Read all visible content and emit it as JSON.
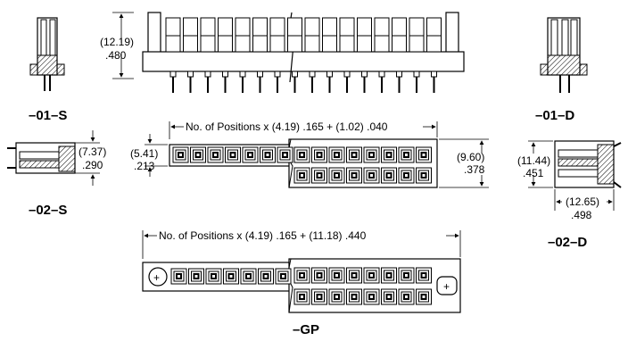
{
  "variants": {
    "s01": "–01–S",
    "d01": "–01–D",
    "s02": "–02–S",
    "d02": "–02–D",
    "gp": "–GP"
  },
  "dimensions": {
    "height_mm": "(12.19)",
    "height_in": ".480",
    "s02_mm": "(7.37)",
    "s02_in": ".290",
    "pitch_mm": "(5.41)",
    "pitch_in": ".213",
    "length_formula_single": "No. of Positions x (4.19) .165 + (1.02) .040",
    "row_height_mm": "(9.60)",
    "row_height_in": ".378",
    "d02_height_mm": "(11.44)",
    "d02_height_in": ".451",
    "d02_width_mm": "(12.65)",
    "d02_width_in": ".498",
    "length_formula_gp": "No. of Positions x (4.19) .165 + (11.18) .440"
  },
  "icons": {
    "plus": "+"
  }
}
